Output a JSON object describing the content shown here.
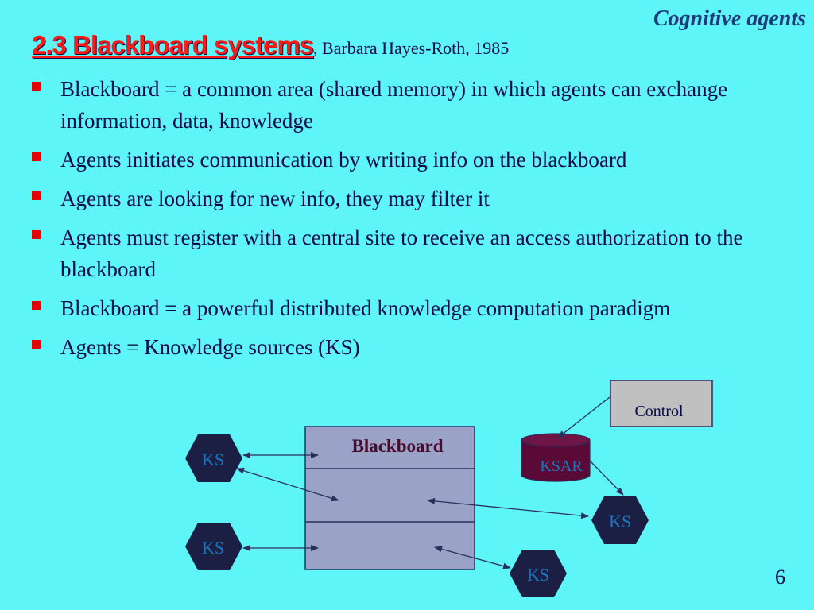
{
  "header": {
    "course_title": "Cognitive agents"
  },
  "slide": {
    "title": "2.3 Blackboard systems",
    "subtitle": ", Barbara Hayes-Roth, 1985",
    "bullets": [
      "Blackboard = a common area (shared memory) in which agents can exchange information, data, knowledge",
      "Agents initiates communication by writing info on the blackboard",
      "Agents are looking for new info, they may filter it",
      "Agents must register with a central site to receive an access authorization to the blackboard",
      "Blackboard = a powerful distributed knowledge computation paradigm",
      "Agents = Knowledge sources (KS)"
    ],
    "page_number": "6"
  },
  "diagram": {
    "blackboard_label": "Blackboard",
    "control_label": "Control",
    "ksar_label": "KSAR",
    "ks_label": "KS",
    "colors": {
      "blackboard_fill": "#9aa2c8",
      "control_fill": "#c0c0c0",
      "ks_fill": "#1c1f44",
      "ks_text": "#1a78c2",
      "ksar_fill": "#5a0a36"
    }
  }
}
